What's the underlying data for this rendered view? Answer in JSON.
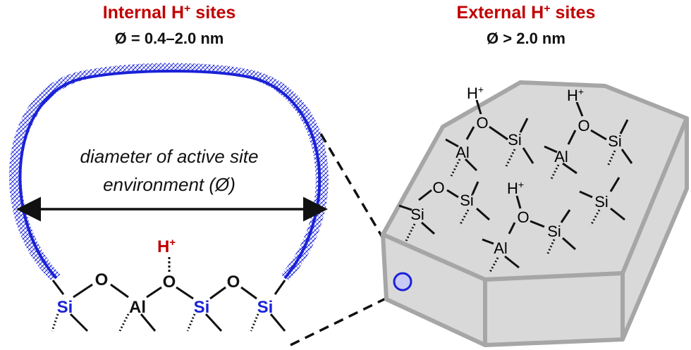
{
  "left_panel": {
    "title_main": "Internal H",
    "title_sup": "+",
    "title_rest": " sites",
    "subtitle": "Ø = 0.4–2.0 nm",
    "label_line1": "diameter of active site",
    "label_line2": "environment (Ø)",
    "chain": {
      "si1": "Si",
      "o1": "O",
      "al": "Al",
      "o2": "O",
      "si2": "Si",
      "o3": "O",
      "si3": "Si",
      "h": "H",
      "h_sup": "+"
    }
  },
  "right_panel": {
    "title_main": "External H",
    "title_sup": "+",
    "title_rest": " sites",
    "subtitle": "Ø > 2.0 nm",
    "surface": {
      "g1": {
        "h": "H",
        "sup": "+",
        "o": "O",
        "si": "Si",
        "al": "Al"
      },
      "g2": {
        "h": "H",
        "sup": "+",
        "o": "O",
        "si": "Si",
        "al": "Al"
      },
      "g3": {
        "o": "O",
        "si_a": "Si",
        "si_b": "Si"
      },
      "g4": {
        "si": "Si"
      },
      "g5": {
        "h": "H",
        "sup": "+",
        "o": "O",
        "si": "Si",
        "al": "Al"
      }
    }
  },
  "colors": {
    "title_red": "#c00000",
    "h_red": "#c00000",
    "pore_blue": "#1a22d6",
    "si_blue": "#1a22d6",
    "crystal_grey": "#d4d4d4"
  }
}
